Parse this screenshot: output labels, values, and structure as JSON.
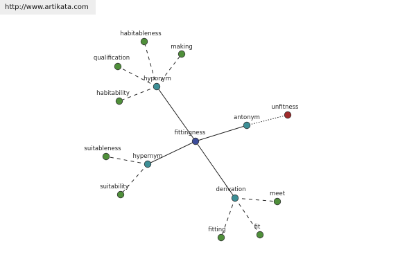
{
  "header": {
    "url": "http://www.artikata.com"
  },
  "graph": {
    "center": {
      "label": "fittingness",
      "color": "#3c4c9a"
    },
    "relations": [
      {
        "label": "hyponym",
        "color": "#3d8f96",
        "edge": "solid",
        "children": [
          {
            "label": "habitableness",
            "color": "#4f8f3a"
          },
          {
            "label": "making",
            "color": "#4f8f3a"
          },
          {
            "label": "qualification",
            "color": "#4f8f3a"
          },
          {
            "label": "habitability",
            "color": "#4f8f3a"
          }
        ]
      },
      {
        "label": "antonym",
        "color": "#3d8f96",
        "edge": "solid",
        "children": [
          {
            "label": "unfitness",
            "color": "#a02a2a"
          }
        ]
      },
      {
        "label": "hypernym",
        "color": "#3d8f96",
        "edge": "solid",
        "children": [
          {
            "label": "suitableness",
            "color": "#4f8f3a"
          },
          {
            "label": "suitability",
            "color": "#4f8f3a"
          }
        ]
      },
      {
        "label": "derivation",
        "color": "#3d8f96",
        "edge": "solid",
        "children": [
          {
            "label": "meet",
            "color": "#4f8f3a"
          },
          {
            "label": "fitting",
            "color": "#4f8f3a"
          },
          {
            "label": "fit",
            "color": "#4f8f3a"
          }
        ]
      }
    ]
  }
}
